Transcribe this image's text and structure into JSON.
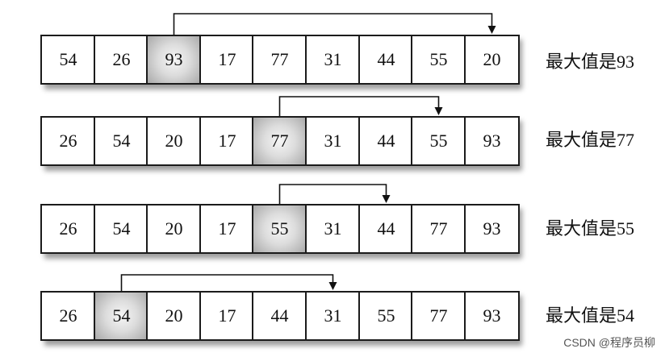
{
  "rows": [
    {
      "values": [
        "54",
        "26",
        "93",
        "17",
        "77",
        "31",
        "44",
        "55",
        "20"
      ],
      "max_index": 2,
      "swap_index": 8,
      "label": "最大值是93"
    },
    {
      "values": [
        "26",
        "54",
        "20",
        "17",
        "77",
        "31",
        "44",
        "55",
        "93"
      ],
      "max_index": 4,
      "swap_index": 7,
      "label": "最大值是77"
    },
    {
      "values": [
        "26",
        "54",
        "20",
        "17",
        "55",
        "31",
        "44",
        "77",
        "93"
      ],
      "max_index": 4,
      "swap_index": 6,
      "label": "最大值是55"
    },
    {
      "values": [
        "26",
        "54",
        "20",
        "17",
        "44",
        "31",
        "55",
        "77",
        "93"
      ],
      "max_index": 1,
      "swap_index": 5,
      "label": "最大值是54"
    }
  ],
  "watermark": "CSDN @程序员柳",
  "colors": {
    "border": "#1b1b1b",
    "highlight": "#b8b8b8",
    "arrow": "#111111"
  }
}
